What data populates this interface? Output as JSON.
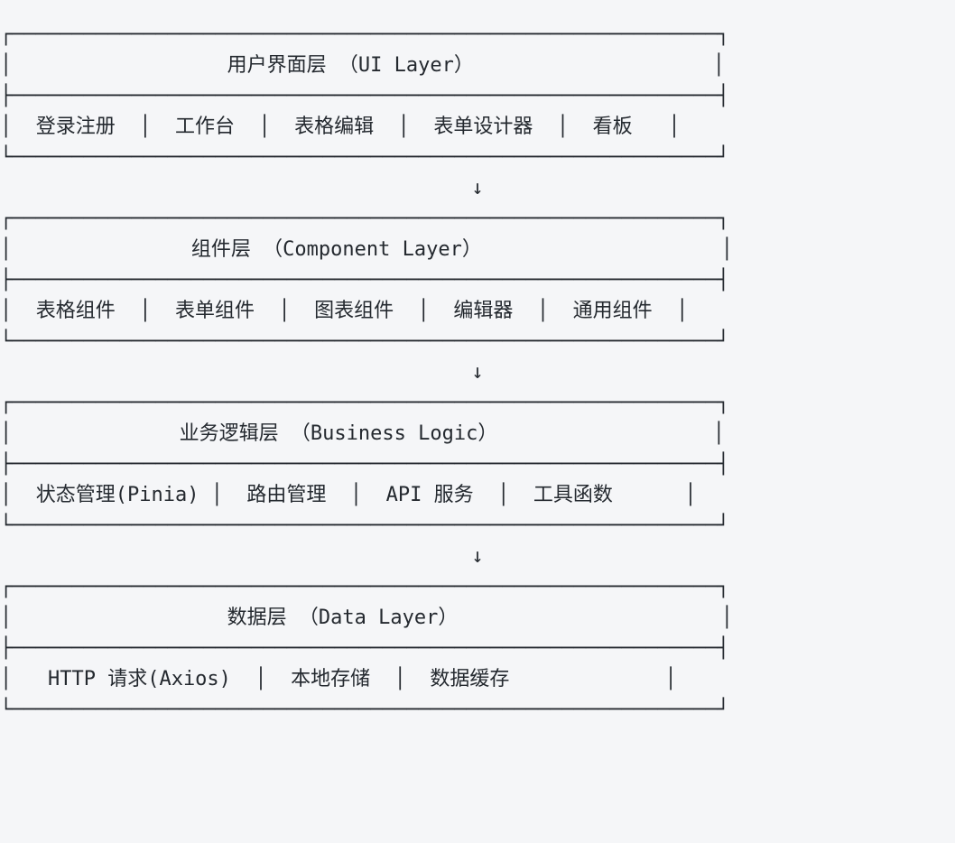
{
  "meta": {
    "title": "前端分层架构图",
    "background_color": "#f5f6f8",
    "text_color": "#24292f",
    "font_style": "monospace-ascii-art",
    "arrow_glyph": "↓"
  },
  "diagram": {
    "type": "layered-architecture",
    "direction": "top-down",
    "arrow": "↓",
    "layers": [
      {
        "id": "ui-layer",
        "title_cn": "用户界面层",
        "title_en": "UI Layer",
        "title": "用户界面层 （UI Layer）",
        "items": [
          "登录注册",
          "工作台",
          "表格编辑",
          "表单设计器",
          "看板"
        ],
        "ascii": [
          "┌───────────────────────────────────────────────────────────┐",
          "│                  用户界面层 （UI Layer）                    │",
          "├───────────────────────────────────────────────────────────┤",
          "│  登录注册  │  工作台  │  表格编辑  │  表单设计器  │  看板   │",
          "└───────────────────────────────────────────────────────────┘"
        ]
      },
      {
        "id": "component-layer",
        "title_cn": "组件层",
        "title_en": "Component Layer",
        "title": "组件层 （Component Layer）",
        "items": [
          "表格组件",
          "表单组件",
          "图表组件",
          "编辑器",
          "通用组件"
        ],
        "ascii": [
          "┌───────────────────────────────────────────────────────────┐",
          "│               组件层 （Component Layer）                    │",
          "├───────────────────────────────────────────────────────────┤",
          "│  表格组件  │  表单组件  │  图表组件  │  编辑器  │  通用组件  │",
          "└───────────────────────────────────────────────────────────┘"
        ]
      },
      {
        "id": "business-logic-layer",
        "title_cn": "业务逻辑层",
        "title_en": "Business Logic",
        "title": "业务逻辑层 （Business Logic）",
        "items": [
          "状态管理(Pinia)",
          "路由管理",
          "API 服务",
          "工具函数"
        ],
        "ascii": [
          "┌───────────────────────────────────────────────────────────┐",
          "│              业务逻辑层 （Business Logic）                  │",
          "├───────────────────────────────────────────────────────────┤",
          "│  状态管理(Pinia) │  路由管理  │  API 服务  │  工具函数      │",
          "└───────────────────────────────────────────────────────────┘"
        ]
      },
      {
        "id": "data-layer",
        "title_cn": "数据层",
        "title_en": "Data Layer",
        "title": "数据层 （Data Layer）",
        "items": [
          "HTTP 请求(Axios)",
          "本地存储",
          "数据缓存"
        ],
        "ascii": [
          "┌───────────────────────────────────────────────────────────┐",
          "│                  数据层 （Data Layer）                      │",
          "├───────────────────────────────────────────────────────────┤",
          "│   HTTP 请求(Axios)  │  本地存储  │  数据缓存             │",
          "└───────────────────────────────────────────────────────────┘"
        ]
      }
    ]
  }
}
